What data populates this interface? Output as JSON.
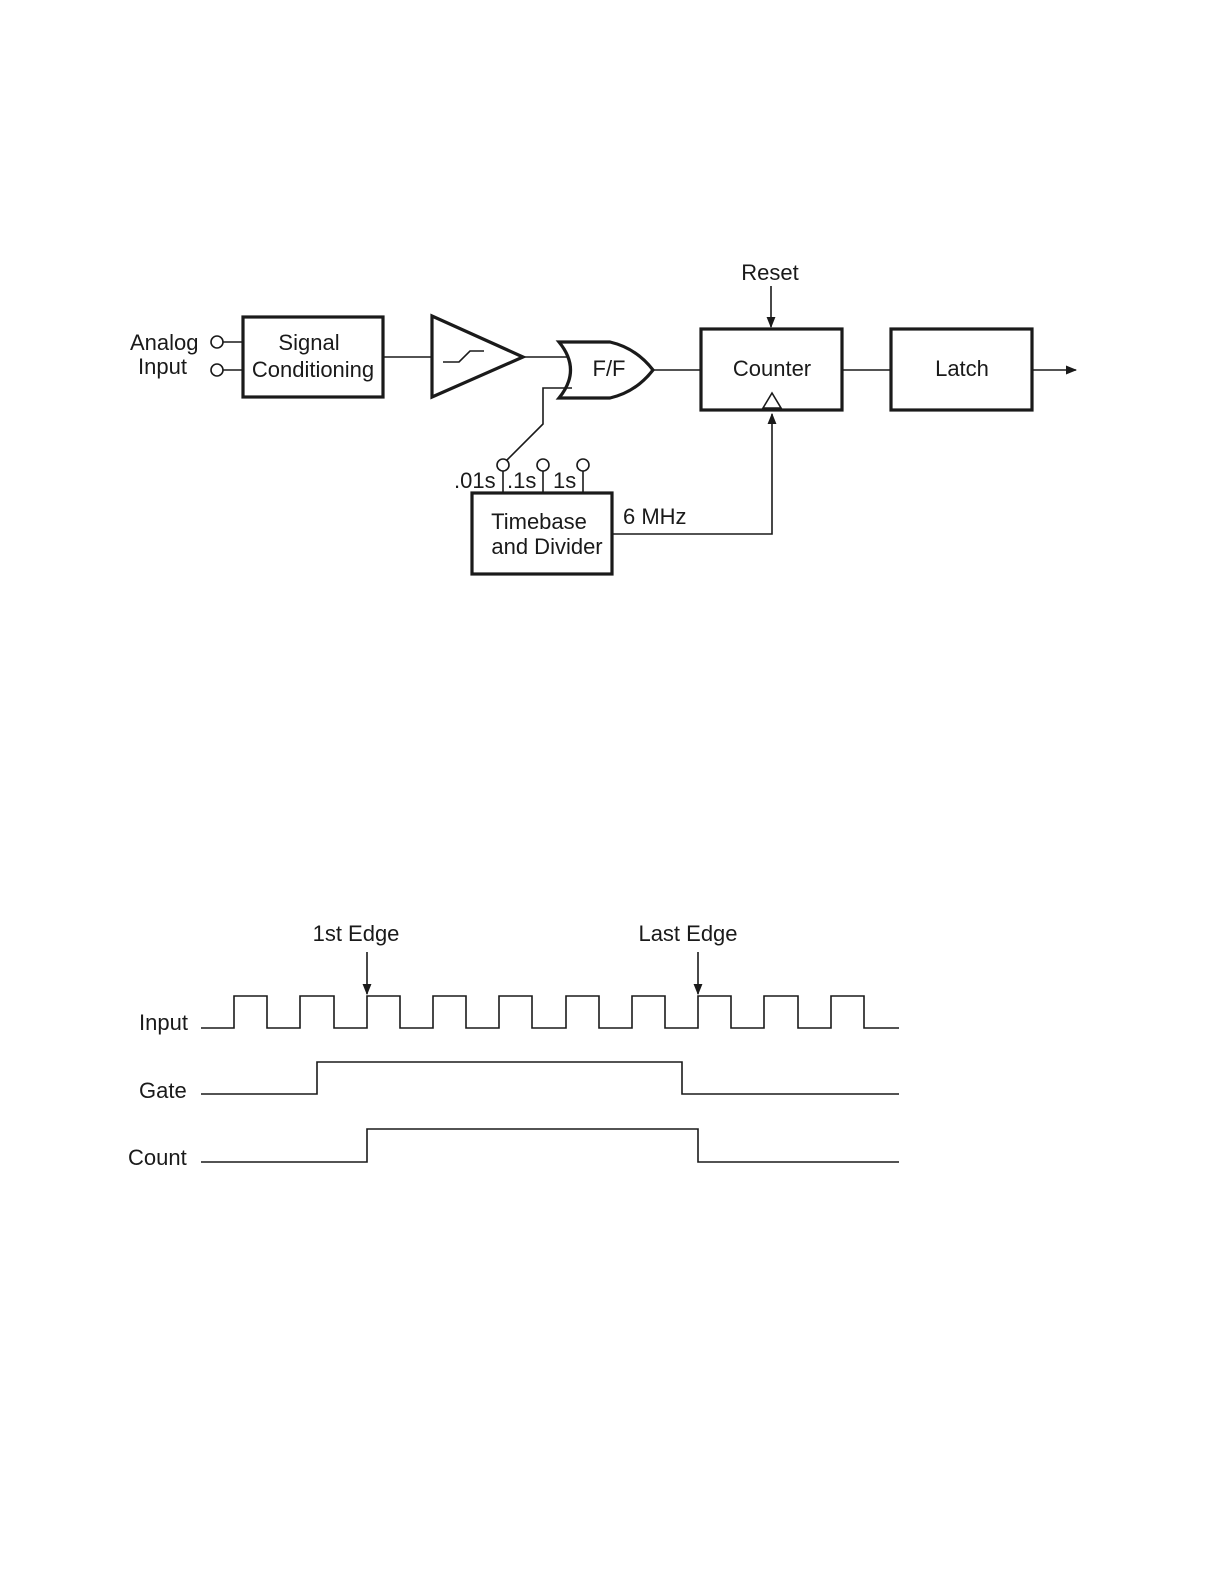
{
  "block_diagram": {
    "input_label_line1": "Analog",
    "input_label_line2": "Input",
    "signal_conditioning_line1": "Signal",
    "signal_conditioning_line2": "Conditioning",
    "flipflop_label": "F/F",
    "counter_label": "Counter",
    "latch_label": "Latch",
    "reset_label": "Reset",
    "timebase_line1": "Timebase",
    "timebase_line2": "and Divider",
    "frequency_label": "6 MHz",
    "gate_options": [
      ".01s",
      ".1s",
      "1s"
    ]
  },
  "timing_diagram": {
    "first_edge_label": "1st Edge",
    "last_edge_label": "Last Edge",
    "signals": [
      "Input",
      "Gate",
      "Count"
    ]
  }
}
